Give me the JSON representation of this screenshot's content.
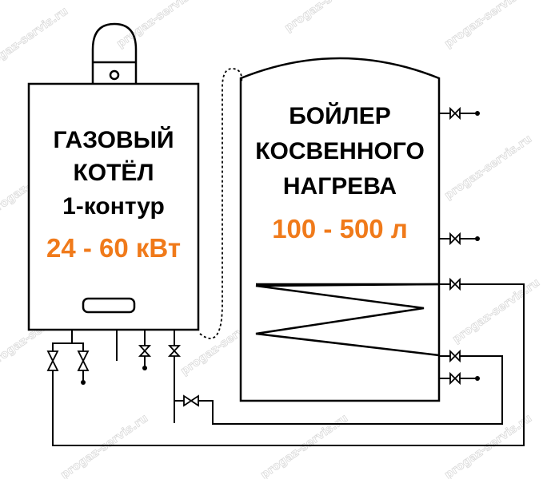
{
  "boiler": {
    "line1": "ГАЗОВЫЙ",
    "line2": "КОТЁЛ",
    "line3": "1-контур",
    "power": "24 - 60 кВт"
  },
  "tank": {
    "line1": "БОЙЛЕР",
    "line2": "КОСВЕННОГО",
    "line3": "НАГРЕВА",
    "volume": "100 - 500 л"
  },
  "watermark": "progaz-servis.ru",
  "colors": {
    "accent": "#f07a1a",
    "line": "#000000"
  }
}
